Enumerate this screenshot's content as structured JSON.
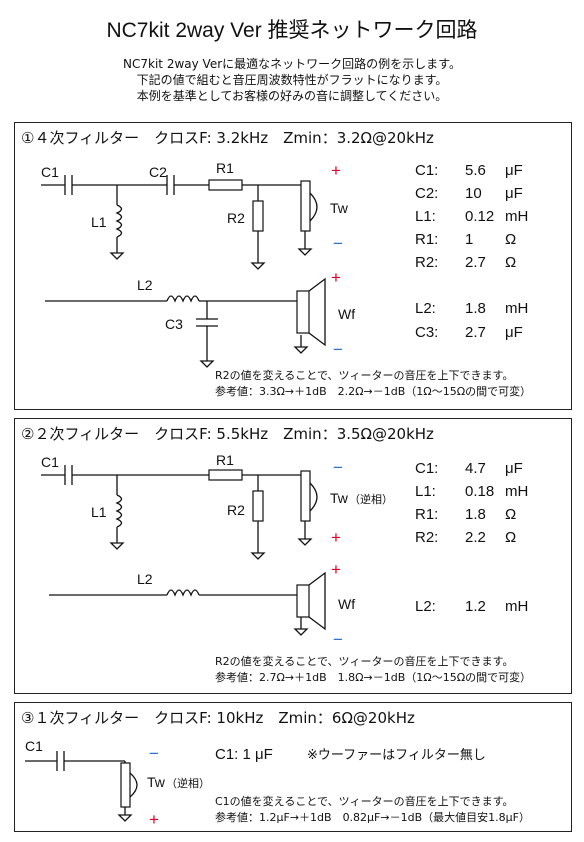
{
  "title": "NC7kit 2way Ver  推奨ネットワーク回路",
  "intro": [
    "NC7kit 2way Verに最適なネットワーク回路の例を示します。",
    "下記の値で組むと音圧周波数特性がフラットになります。",
    "本例を基準としてお客様の好みの音に調整してください。"
  ],
  "labels": {
    "C1": "C1",
    "C2": "C2",
    "C3": "C3",
    "L1": "L1",
    "L2": "L2",
    "R1": "R1",
    "R2": "R2",
    "Tw": "Tw",
    "Wf": "Wf",
    "reverse": "（逆相）",
    "plus": "+",
    "minus": "−"
  },
  "panel1": {
    "heading": "①４次フィルター　クロスF: 3.2kHz　Zmin：3.2Ω@20kHz",
    "values": [
      {
        "name": "C1:",
        "num": "5.6",
        "unit": "μF"
      },
      {
        "name": "C2:",
        "num": "10",
        "unit": "μF"
      },
      {
        "name": "L1:",
        "num": "0.12",
        "unit": "mH"
      },
      {
        "name": "R1:",
        "num": "1",
        "unit": "Ω"
      },
      {
        "name": "R2:",
        "num": "2.7",
        "unit": "Ω"
      }
    ],
    "wf_values": [
      {
        "name": "L2:",
        "num": "1.8",
        "unit": "mH"
      },
      {
        "name": "C3:",
        "num": "2.7",
        "unit": "μF"
      }
    ],
    "note1": "R2の値を変えることで、ツィーターの音圧を上下できます。",
    "note2": "参考値：3.3Ω→＋1dB　2.2Ω→－1dB（1Ω～15Ωの間で可変）"
  },
  "panel2": {
    "heading": "②２次フィルター　クロスF: 5.5kHz　Zmin：3.5Ω@20kHz",
    "values": [
      {
        "name": "C1:",
        "num": "4.7",
        "unit": "μF"
      },
      {
        "name": "L1:",
        "num": "0.18",
        "unit": "mH"
      },
      {
        "name": "R1:",
        "num": "1.8",
        "unit": "Ω"
      },
      {
        "name": "R2:",
        "num": "2.2",
        "unit": "Ω"
      }
    ],
    "wf_values": [
      {
        "name": "L2:",
        "num": "1.2",
        "unit": "mH"
      }
    ],
    "note1": "R2の値を変えることで、ツィーターの音圧を上下できます。",
    "note2": "参考値：2.7Ω→＋1dB　1.8Ω→－1dB（1Ω～15Ωの間で可変）"
  },
  "panel3": {
    "heading": "③１次フィルター　クロスF: 10kHz　Zmin：6Ω@20kHz",
    "value": "C1:   1 μF",
    "remark": "※ウーファーはフィルター無し",
    "note1": "C1の値を変えることで、ツィーターの音圧を上下できます。",
    "note2": "参考値：1.2μF→＋1dB　0.82μF→－1dB（最大値目安1.8μF）"
  },
  "colors": {
    "plus": "#e0002a",
    "minus": "#2a6fd0"
  }
}
